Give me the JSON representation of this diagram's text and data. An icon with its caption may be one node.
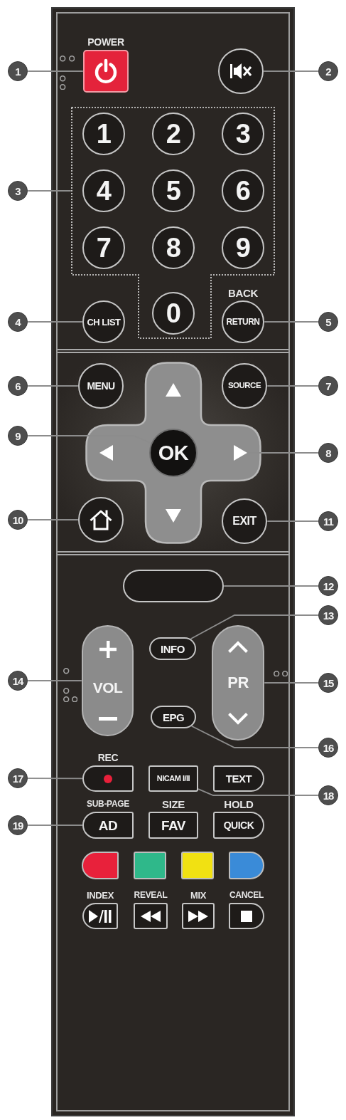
{
  "diagram": {
    "nodes": [
      {
        "text": [
          "1"
        ]
      },
      {
        "text": [
          "POWER"
        ]
      },
      {
        "text": [],
        "shape": "circle"
      },
      {
        "text": [
          "2"
        ]
      },
      {
        "text": [
          "3"
        ]
      },
      {
        "text": [],
        "shape": "box"
      },
      {
        "text": [
          "1"
        ],
        "in": 5
      },
      {
        "text": [
          "2"
        ],
        "in": 5
      },
      {
        "text": [
          "3"
        ],
        "in": 5
      },
      {
        "text": [
          "4"
        ],
        "in": 5
      },
      {
        "text": [
          "5"
        ],
        "in": 5
      },
      {
        "text": [
          "6"
        ],
        "in": 5
      },
      {
        "text": [
          "7"
        ],
        "in": 5
      },
      {
        "text": [
          "8"
        ],
        "in": 5
      },
      {
        "text": [
          "9"
        ],
        "in": 5
      },
      {
        "text": [
          "4"
        ]
      },
      {
        "text": [
          "CH LIST"
        ]
      },
      {
        "text": [
          "0"
        ],
        "in": 5
      },
      {
        "text": [
          "BACK",
          "RETURN"
        ]
      },
      {
        "text": [
          "5"
        ]
      },
      {
        "text": [
          "6"
        ]
      },
      {
        "text": [
          "MENU"
        ]
      },
      {
        "text": [],
        "shape": "cross"
      },
      {
        "text": [],
        "shape": "triangle",
        "in": 22
      },
      {
        "text": [
          "SOURCE"
        ]
      },
      {
        "text": [
          "7"
        ]
      },
      {
        "text": [
          "9"
        ]
      },
      {
        "text": [],
        "shape": "triangle",
        "in": 22
      },
      {
        "text": [
          "OK"
        ],
        "in": 22
      },
      {
        "text": [],
        "shape": "triangle",
        "in": 22
      },
      {
        "text": [
          "8"
        ]
      },
      {
        "text": [
          "10"
        ]
      },
      {
        "text": [],
        "shape": "circle"
      },
      {
        "text": [],
        "shape": "triangle",
        "in": 22
      },
      {
        "text": [
          "EXIT"
        ]
      },
      {
        "text": [
          "11"
        ]
      },
      {
        "text": [],
        "shape": "box"
      },
      {
        "text": [
          "12"
        ]
      },
      {
        "text": [
          "13"
        ]
      },
      {
        "text": [
          "INFO"
        ]
      },
      {
        "text": [
          "VOL"
        ]
      },
      {
        "text": [
          "14"
        ]
      },
      {
        "text": [
          "PR"
        ]
      },
      {
        "text": [
          "15"
        ]
      },
      {
        "text": [
          "EPG"
        ]
      },
      {
        "text": [
          "16"
        ]
      },
      {
        "text": [
          "17"
        ]
      },
      {
        "text": [
          "REC"
        ]
      },
      {
        "text": [
          "NICAM I/II"
        ]
      },
      {
        "text": [
          "TEXT"
        ]
      },
      {
        "text": [
          "18"
        ]
      },
      {
        "text": [
          "19"
        ]
      },
      {
        "text": [
          "SUB-PAGE",
          "AD"
        ]
      },
      {
        "text": [
          "SIZE",
          "FAV"
        ]
      },
      {
        "text": [
          "HOLD",
          "QUICK"
        ]
      },
      {
        "text": [],
        "shape": "box"
      },
      {
        "text": [],
        "shape": "box"
      },
      {
        "text": [],
        "shape": "box"
      },
      {
        "text": [],
        "shape": "box"
      },
      {
        "text": [
          "INDEX"
        ]
      },
      {
        "text": [
          "REVEAL"
        ]
      },
      {
        "text": [
          "MIX"
        ]
      },
      {
        "text": [
          "CANCEL"
        ]
      }
    ],
    "edges": [
      {
        "from": 0,
        "to": 1,
        "arrow": "none"
      },
      {
        "from": 3,
        "to": 2,
        "arrow": "none"
      },
      {
        "from": 4,
        "to": 5,
        "arrow": "none"
      },
      {
        "from": 15,
        "to": 16,
        "arrow": "none"
      },
      {
        "from": 19,
        "to": 18,
        "arrow": "none"
      },
      {
        "from": 20,
        "to": 21,
        "arrow": "none"
      },
      {
        "from": 25,
        "to": 24,
        "arrow": "none"
      },
      {
        "from": 30,
        "to": 29,
        "arrow": "none"
      },
      {
        "from": 26,
        "to": 28,
        "arrow": "none"
      },
      {
        "from": 31,
        "to": 32,
        "arrow": "none"
      },
      {
        "from": 35,
        "to": 34,
        "arrow": "none"
      },
      {
        "from": 37,
        "to": 36,
        "arrow": "none"
      },
      {
        "from": 38,
        "to": 39,
        "arrow": "none"
      },
      {
        "from": 41,
        "to": 40,
        "arrow": "none"
      },
      {
        "from": 43,
        "to": 42,
        "arrow": "none"
      },
      {
        "from": 45,
        "to": 44,
        "arrow": "none"
      },
      {
        "from": 46,
        "to": 47,
        "arrow": "none"
      },
      {
        "from": 50,
        "to": 48,
        "arrow": "none"
      },
      {
        "from": 51,
        "to": 52,
        "arrow": "none"
      }
    ]
  }
}
